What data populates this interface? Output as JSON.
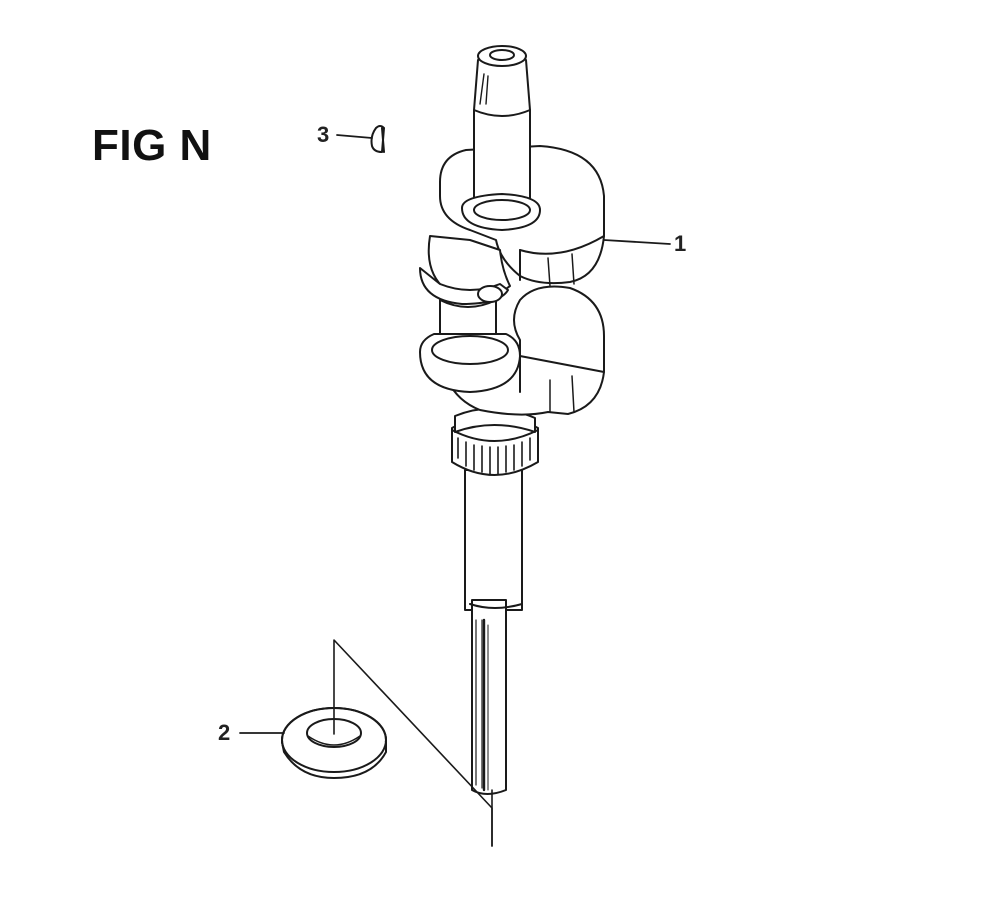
{
  "figure": {
    "title": "FIG N"
  },
  "callouts": [
    {
      "number": "1",
      "part": "crankshaft"
    },
    {
      "number": "2",
      "part": "washer"
    },
    {
      "number": "3",
      "part": "key"
    }
  ],
  "colors": {
    "line": "#1a1a1a",
    "background": "#ffffff",
    "part_fill": "#ffffff"
  }
}
